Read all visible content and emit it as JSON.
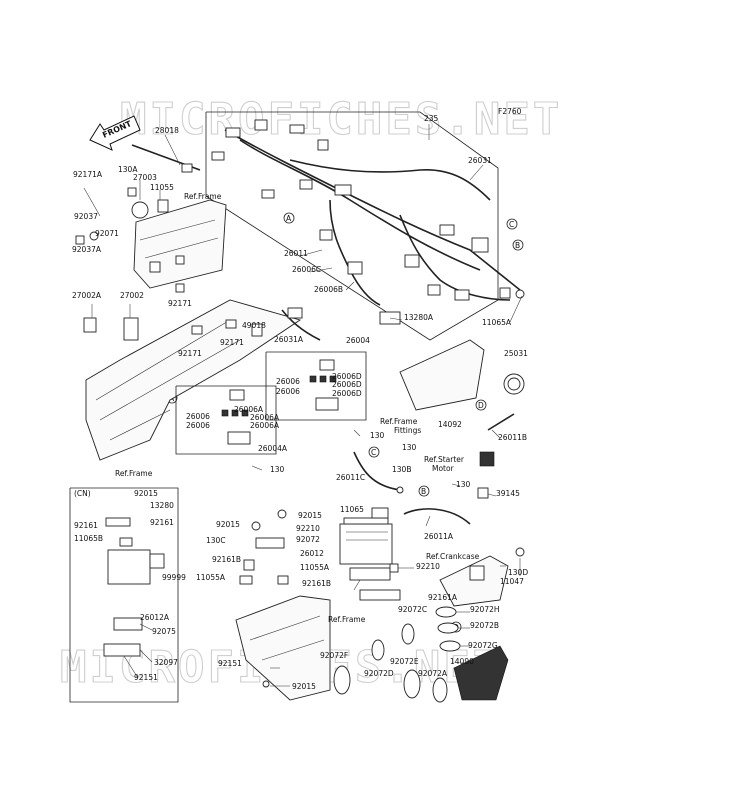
{
  "diagram_id": "F2760",
  "watermark": "MICROFICHES.NET",
  "front_arrow": "FRONT",
  "cn_box_label": "(CN)",
  "callouts": [
    "A",
    "B",
    "C",
    "D"
  ],
  "references": [
    "Ref.Frame",
    "Ref.Frame",
    "Ref.Frame",
    "Ref.Frame",
    "Fittings",
    "Ref.Starter",
    "Motor",
    "Ref.Crankcase"
  ],
  "part_labels": [
    "28018",
    "235",
    "26031",
    "92171A",
    "130A",
    "27003",
    "11055",
    "92037",
    "92071",
    "92037A",
    "26011",
    "26006C",
    "26006B",
    "13280A",
    "11065A",
    "27002A",
    "27002",
    "49018",
    "92171",
    "92171",
    "92171",
    "26031A",
    "26004",
    "26006",
    "26006D",
    "26006",
    "26006D",
    "26006D",
    "26006",
    "26006A",
    "26006",
    "26006A",
    "26006A",
    "26004A",
    "130",
    "130",
    "25031",
    "14092",
    "26011B",
    "130",
    "26011C",
    "130B",
    "130",
    "39145",
    "92015",
    "13280",
    "92161",
    "92161",
    "11065B",
    "99999",
    "26012A",
    "92075",
    "32097",
    "92151",
    "92015",
    "92015",
    "92210",
    "130C",
    "92072",
    "11065",
    "26011A",
    "26012",
    "92161B",
    "11055A",
    "11055A",
    "92161B",
    "92210",
    "92161A",
    "11047",
    "130D",
    "92072H",
    "92072B",
    "92072G",
    "14090",
    "92072C",
    "92072F",
    "92072D",
    "92072E",
    "92072A",
    "92151",
    "92015"
  ]
}
